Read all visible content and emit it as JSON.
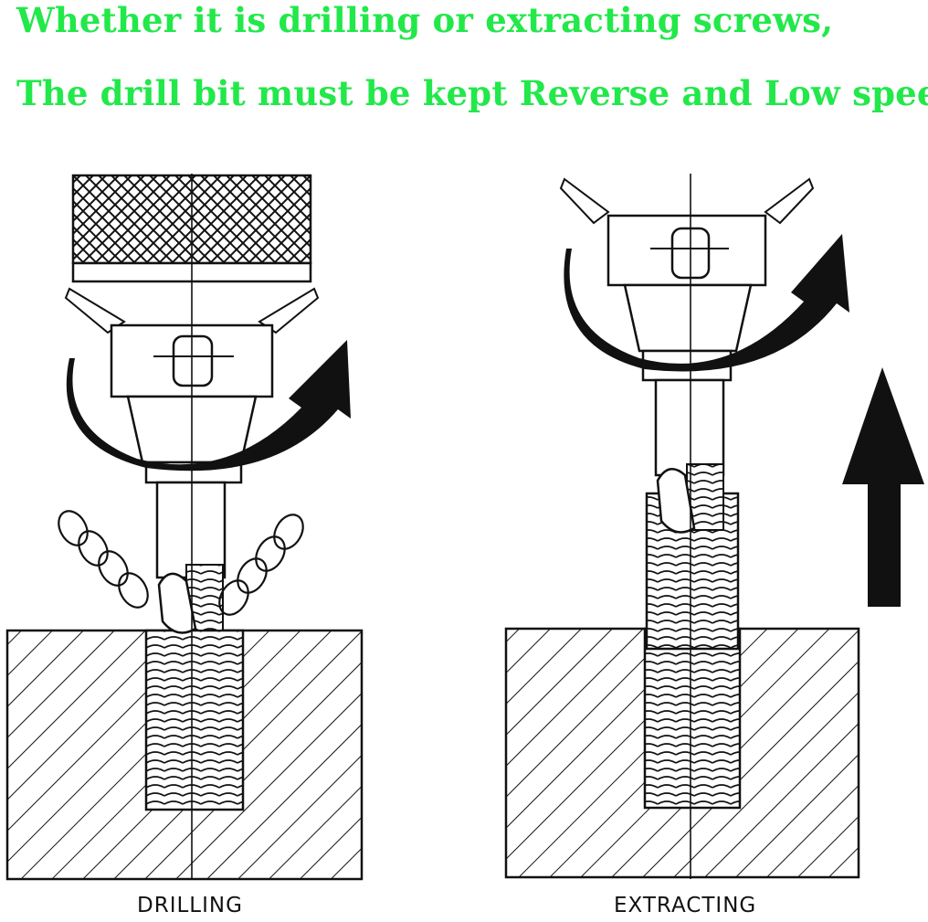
{
  "headline": {
    "line1": "Whether it is drilling or extracting screws,",
    "line2": "The drill bit must be kept Reverse and Low speed",
    "color": "#22e84a"
  },
  "panels": {
    "drilling": {
      "caption": "DRILLING"
    },
    "extracting": {
      "caption": "EXTRACTING"
    }
  },
  "icons": [
    "rotation-arrow-icon",
    "upward-arrow-icon",
    "metal-chip-spiral-icon"
  ],
  "colors": {
    "ink": "#111111",
    "background": "#ffffff"
  }
}
